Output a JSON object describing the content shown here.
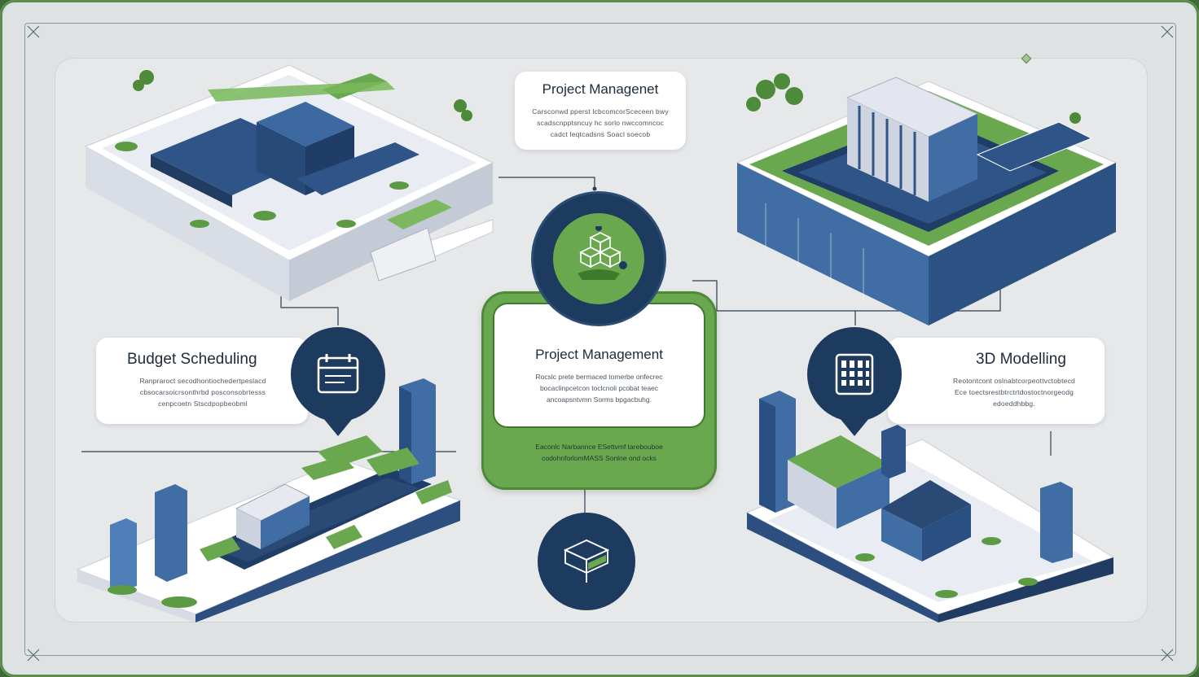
{
  "top_card": {
    "title": "Project Managenet",
    "lines": [
      "Carsconwd pperst lcbcomcorSceceen bwy",
      "scadscnpptsncuy hc sorlo nwccomncoc",
      "cadct leqtcadsns Soacl soecob"
    ]
  },
  "center_card": {
    "title": "Project Management",
    "lines": [
      "Rocslc prete bermaced tomerbe onfecrec",
      "bocaclinpcetcon toclcnoli pcobat teaec",
      "ancoapsntvmn Sorms bpgacbuhg."
    ],
    "footer_lines": [
      "Eaconlc Narbannce ESettvmf tarebouboe",
      "codohnforlomMASS Sonlne ond ocks"
    ]
  },
  "left_card": {
    "title": "Budget Scheduling",
    "lines": [
      "Ranpraroct secodhontiochedertpeslacd",
      "cbsocarsoicrsonthrbd posconsobrtesss",
      "cenpcoetn Stscdpopbeobml"
    ]
  },
  "right_card": {
    "title": "3D Modelling",
    "lines": [
      "Reotontcont oslnabtcorpeottvctobtecd",
      "Ece toectsrestbtrctrtdostoctnorgeodg",
      "edoeddhbbg."
    ]
  },
  "icons": {
    "center": "cubes-plant-icon",
    "left": "calendar-icon",
    "right": "grid-calculator-icon",
    "bottom": "box-on-stand-icon"
  },
  "colors": {
    "navy": "#1c3b5e",
    "green": "#6aa84f",
    "light_green": "#8cc46a",
    "blue": "#3f6da4",
    "background": "#e6e8ea"
  }
}
